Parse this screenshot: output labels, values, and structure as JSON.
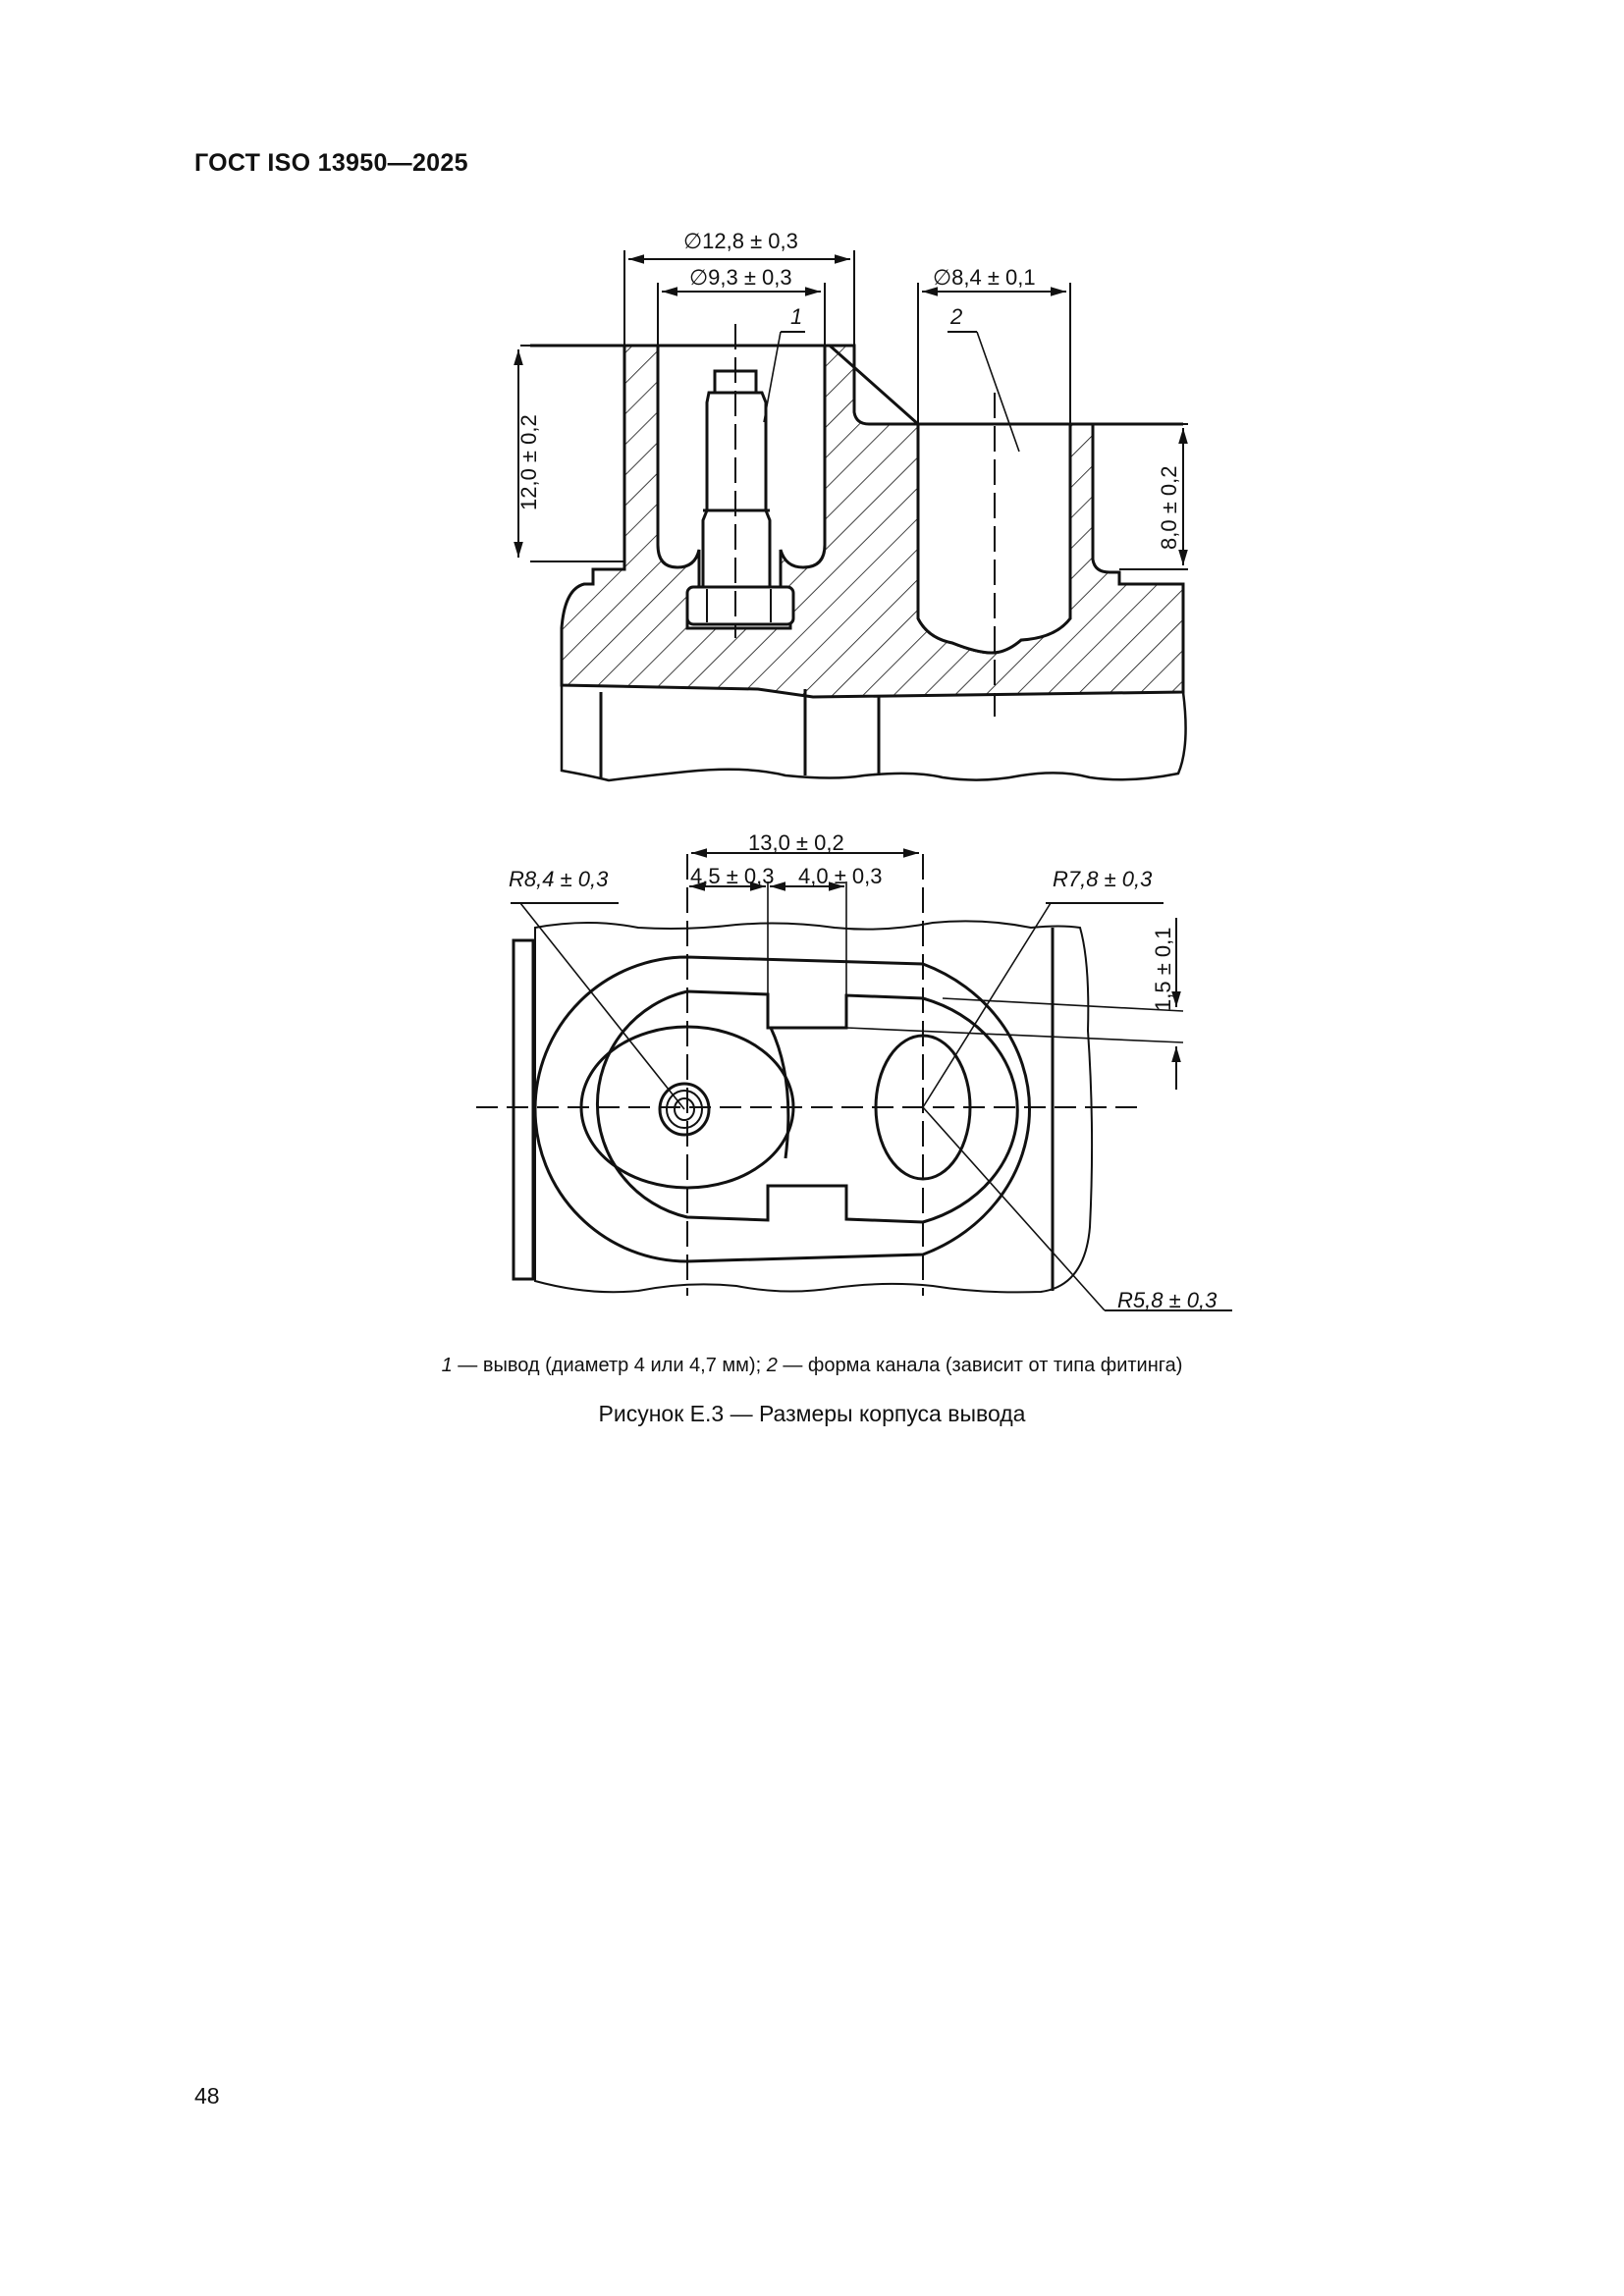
{
  "header": {
    "title": "ГОСТ ISO  13950—2025"
  },
  "figure": {
    "top_view_dimensions": {
      "outer_diameter": "∅12,8 ± 0,3",
      "inner_diameter": "∅9,3 ± 0,3",
      "channel_diameter": "∅8,4 ± 0,1",
      "left_height": "12,0 ± 0,2",
      "right_height": "8,0 ± 0,2",
      "callout_1": "1",
      "callout_2": "2"
    },
    "plan_view_dimensions": {
      "center_distance": "13,0 ± 0,2",
      "offset_a": "4,5 ± 0,3",
      "offset_b": "4,0 ± 0,3",
      "radius_left": "R8,4 ± 0,3",
      "radius_right": "R7,8 ± 0,3",
      "radius_inner": "R5,8 ± 0,3",
      "gap": "1,5 ± 0,1"
    },
    "legend": {
      "item1_num": "1",
      "item1_text": " — вывод (диаметр 4 или 4,7 мм); ",
      "item2_num": "2",
      "item2_text": " — форма канала (зависит от типа фитинга)"
    },
    "caption": "Рисунок Е.3 — Размеры корпуса вывода"
  },
  "page": {
    "number": "48"
  }
}
